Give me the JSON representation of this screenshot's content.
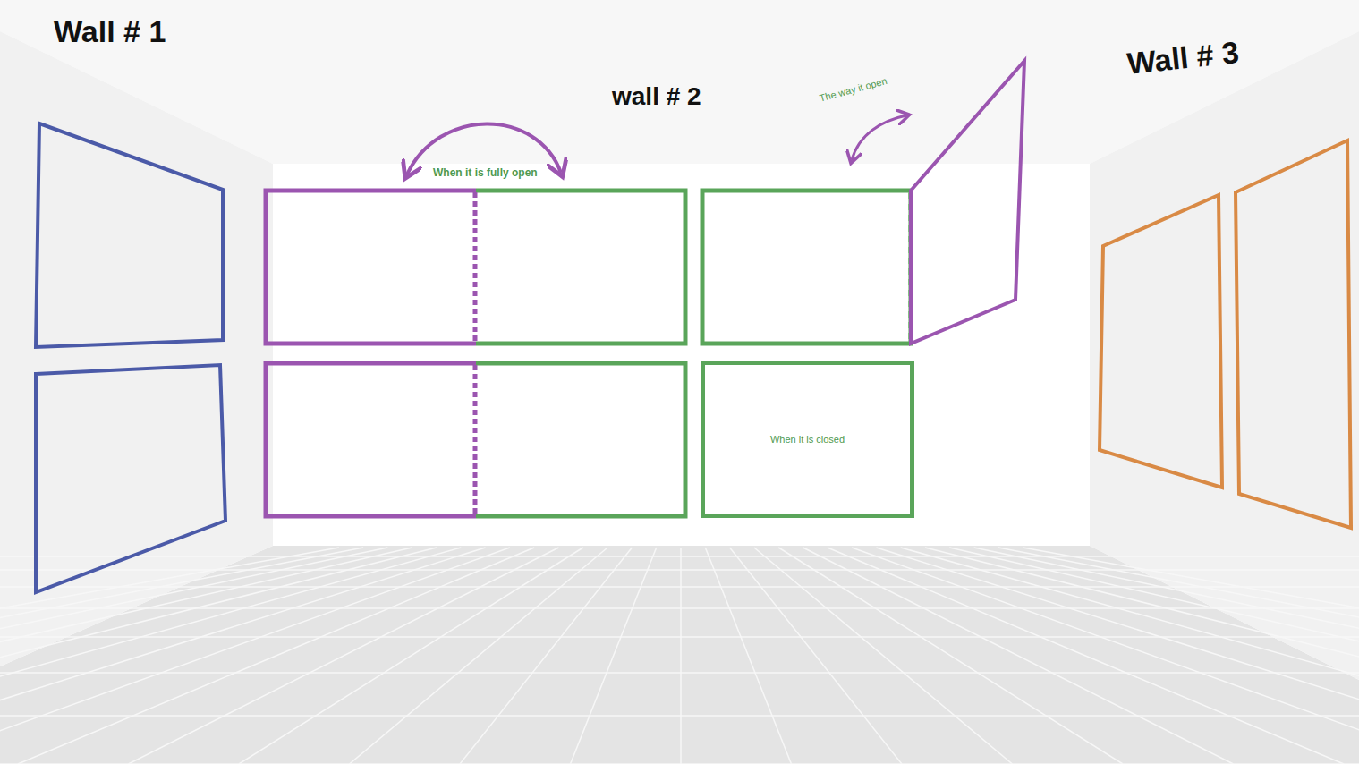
{
  "diagram": {
    "nodes": [
      {
        "text": [
          "When it is closed"
        ]
      }
    ],
    "labels": [
      "Wall # 1",
      "wall # 2",
      "Wall # 3",
      "When it is fully open",
      "The way it open"
    ]
  }
}
